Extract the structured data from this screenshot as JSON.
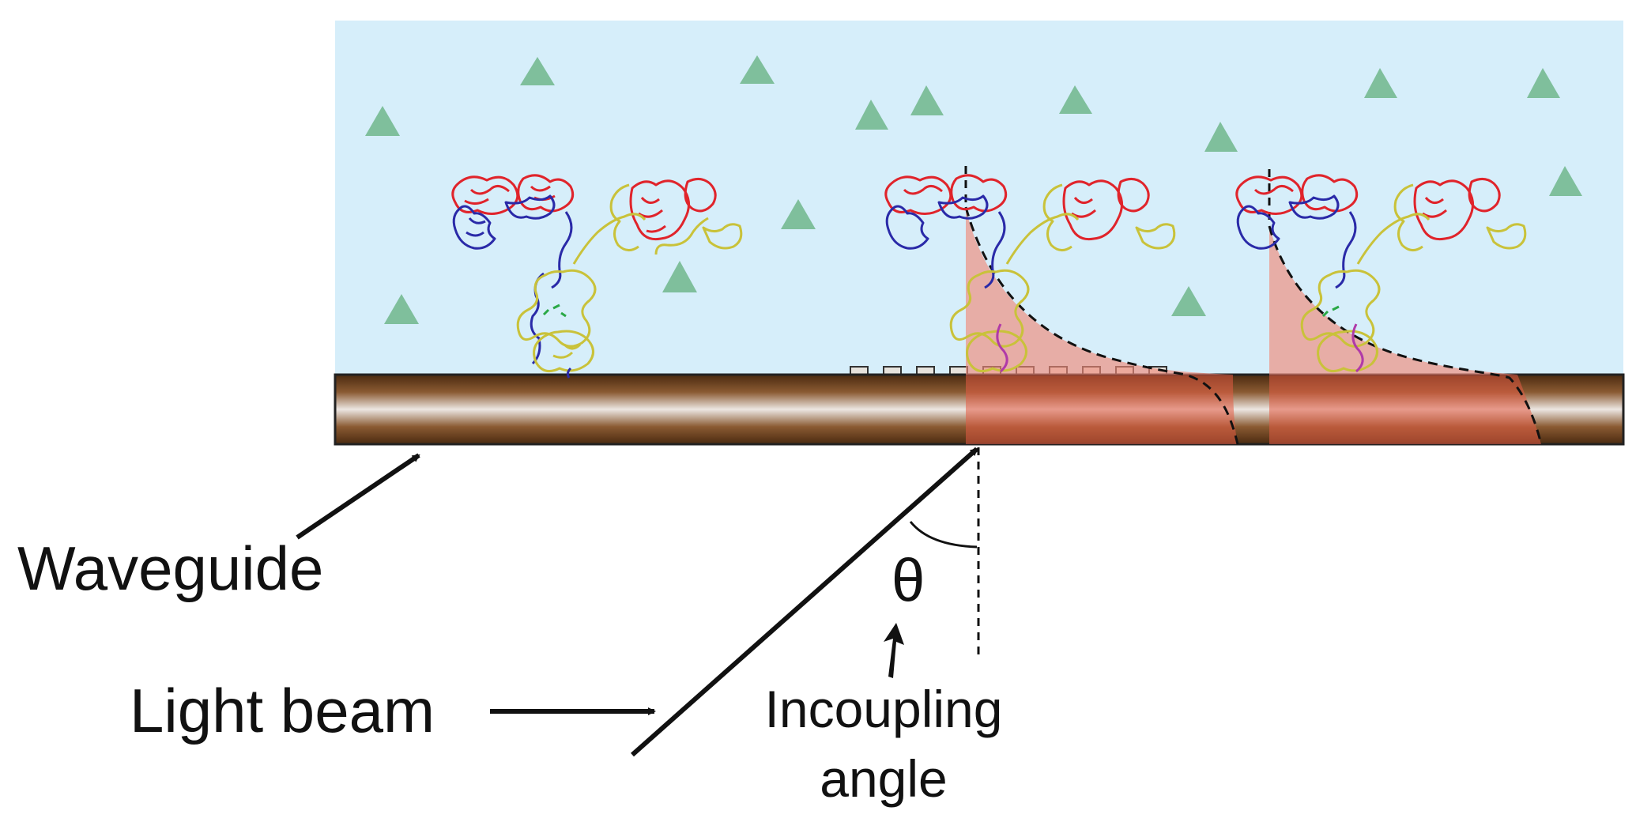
{
  "diagram": {
    "labels": {
      "waveguide": "Waveguide",
      "light_beam": "Light beam",
      "theta": "θ",
      "incoupling_line1": "Incoupling",
      "incoupling_line2": "angle"
    },
    "colors": {
      "medium": "#d6eefa",
      "analyte": "#7fbf9c",
      "evanescent_field": "#f08a7a",
      "waveguide_dark": "#5a3516",
      "waveguide_light": "#ece6e2",
      "protein_heavy_chain": "#e0242b",
      "protein_light_chain": "#2a2aa8",
      "protein_fc": "#c9c23a",
      "protein_accent": "#2aa846"
    },
    "icons": {
      "analyte": "triangle",
      "antibody": "antibody-structure"
    }
  }
}
